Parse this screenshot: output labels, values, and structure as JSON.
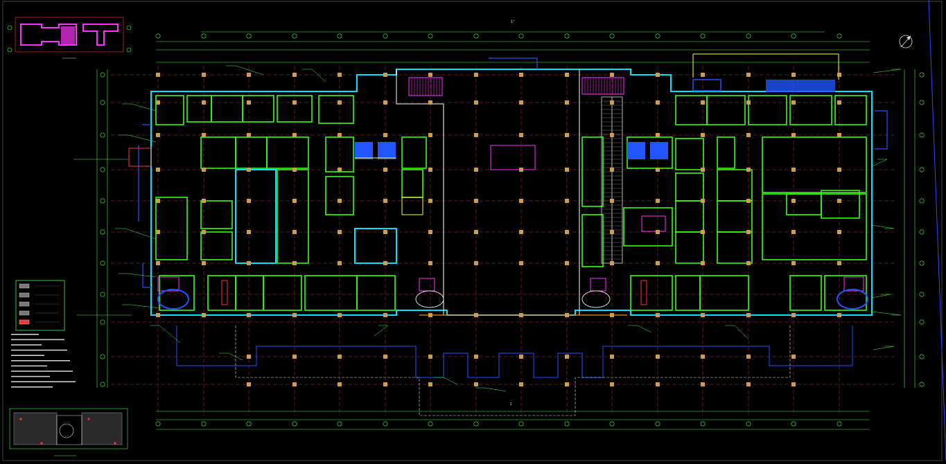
{
  "colors": {
    "background": "#000000",
    "outer_wall": "#00e5ff",
    "inner_wall": "#39ff14",
    "structure": "#ffffff",
    "grid_axis": "#b03030",
    "column": "#c8a050",
    "stair": "#ff33ff",
    "equipment": "#2255ff",
    "dimension": "#3cff3c",
    "annotation": "#e0e0e0",
    "accent_yellow": "#ffff44",
    "accent_red": "#ff3333",
    "accent_orange": "#ff8800"
  },
  "top_title_mark": "1'",
  "bottom_title_mark": "1",
  "icons": {
    "north_arrow": "north-arrow-icon",
    "key_plan": "key-plan-icon",
    "location_plan": "location-plan-icon",
    "legend": "legend-table-icon"
  },
  "legend_rows": 5,
  "notes_lines": 11
}
